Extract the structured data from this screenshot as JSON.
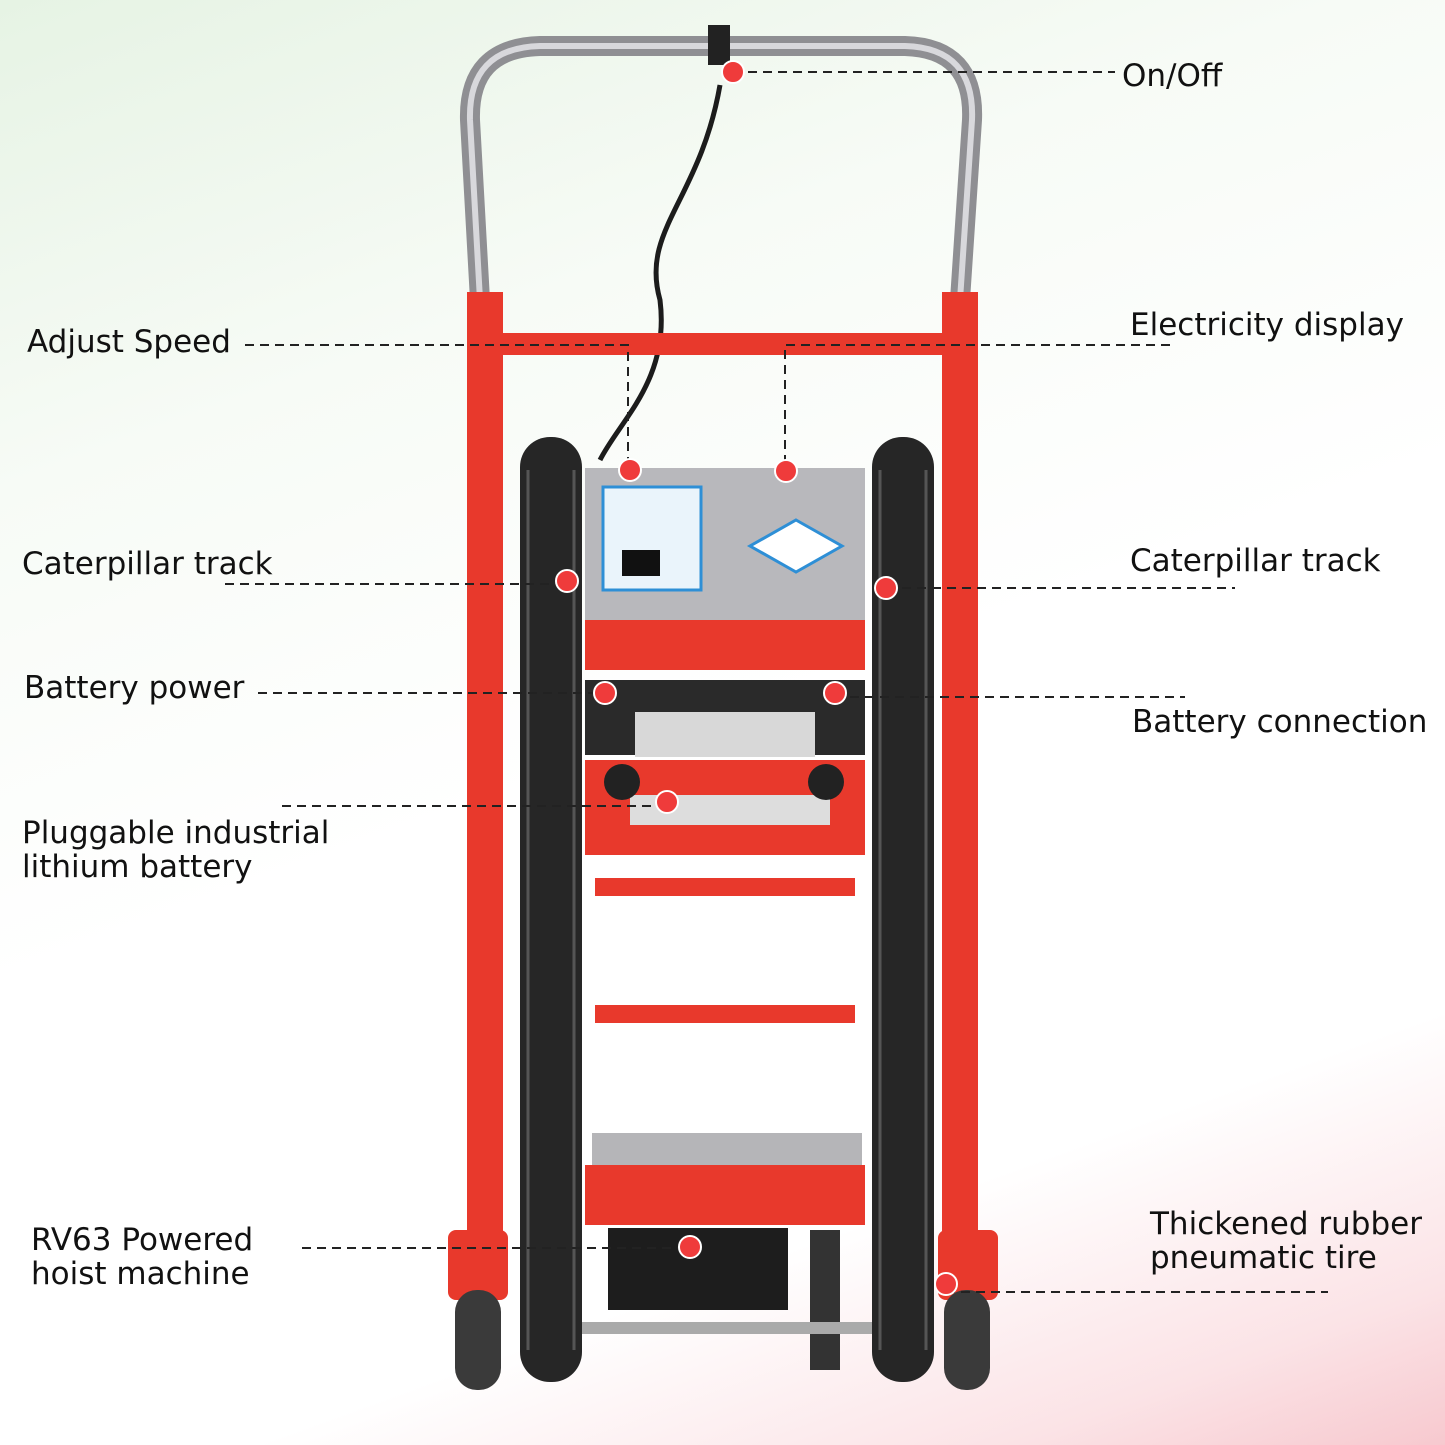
{
  "colors": {
    "frame": "#e8392c",
    "track": "#2a2a2a",
    "dot": "#ef3b3b",
    "panel": "#b8b8bc",
    "handle": "#9a9a9a"
  },
  "callouts": [
    {
      "id": "on-off",
      "text": "On/Off"
    },
    {
      "id": "adjust-speed",
      "text": "Adjust Speed"
    },
    {
      "id": "electricity-display",
      "text": "Electricity display"
    },
    {
      "id": "caterpillar-track-left",
      "text": "Caterpillar track"
    },
    {
      "id": "caterpillar-track-right",
      "text": "Caterpillar track"
    },
    {
      "id": "battery-power",
      "text": "Battery power"
    },
    {
      "id": "battery-connection",
      "text": "Battery connection"
    },
    {
      "id": "pluggable-battery",
      "line1": "Pluggable industrial",
      "line2": "lithium battery"
    },
    {
      "id": "hoist-machine",
      "line1": "RV63 Powered",
      "line2": "hoist machine"
    },
    {
      "id": "pneumatic-tire",
      "line1": "Thickened rubber",
      "line2": "pneumatic tire"
    }
  ]
}
